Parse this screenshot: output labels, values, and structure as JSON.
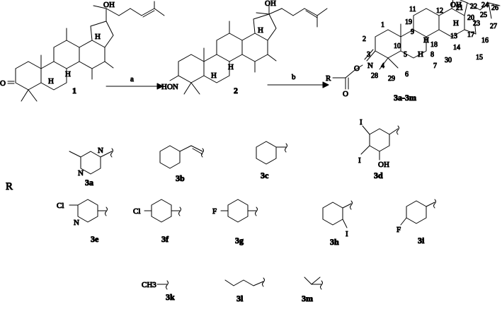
{
  "scheme": {
    "compound_labels": {
      "c1": "1",
      "c2": "2",
      "c3": "3a-3m"
    },
    "arrow_labels": {
      "a": "a",
      "b": "b"
    },
    "r_group_label": "R",
    "atoms": {
      "O": "O",
      "OH": "OH",
      "HON": "HON",
      "N": "N",
      "R": "R",
      "H": "H",
      "O_N": "O"
    },
    "numbering": [
      "1",
      "2",
      "3",
      "4",
      "5",
      "6",
      "7",
      "8",
      "9",
      "10",
      "11",
      "12",
      "13",
      "14",
      "15",
      "16",
      "17",
      "18",
      "19",
      "20",
      "21",
      "22",
      "23",
      "24",
      "25",
      "26",
      "27",
      "28",
      "29",
      "30"
    ],
    "substituents": [
      {
        "id": "3a",
        "label": "3a",
        "atoms": [
          "N",
          "N"
        ]
      },
      {
        "id": "3b",
        "label": "3b"
      },
      {
        "id": "3c",
        "label": "3c"
      },
      {
        "id": "3d",
        "label": "3d",
        "atoms": [
          "I",
          "I",
          "OH"
        ]
      },
      {
        "id": "3e",
        "label": "3e",
        "atoms": [
          "Cl",
          "N"
        ]
      },
      {
        "id": "3f",
        "label": "3f",
        "atoms": [
          "Cl"
        ]
      },
      {
        "id": "3g",
        "label": "3g",
        "atoms": [
          "F"
        ]
      },
      {
        "id": "3h",
        "label": "3h",
        "atoms": [
          "I"
        ]
      },
      {
        "id": "3i",
        "label": "3i",
        "atoms": [
          "F"
        ]
      },
      {
        "id": "3k",
        "label": "3k",
        "atoms": [
          "CH3"
        ]
      },
      {
        "id": "3l",
        "label": "3l"
      },
      {
        "id": "3m",
        "label": "3m"
      }
    ]
  }
}
